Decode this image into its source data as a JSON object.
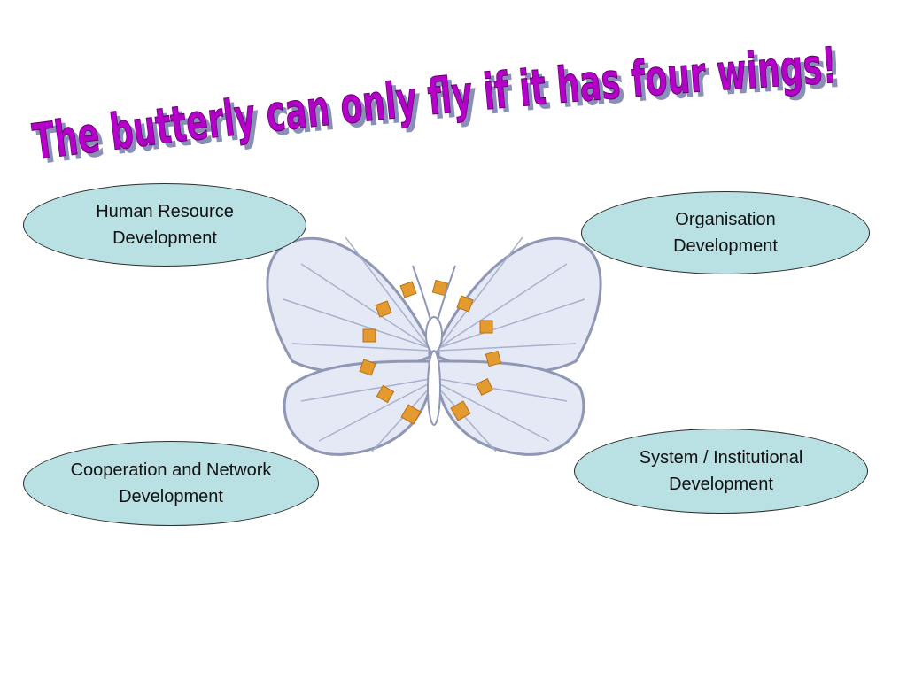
{
  "title": "The butterly can only fly if it has four wings!",
  "bubbles": {
    "human_resource": "Human Resource\nDevelopment",
    "organisation": "Organisation\nDevelopment",
    "cooperation": "Cooperation and Network\nDevelopment",
    "system": "System / Institutional\nDevelopment"
  },
  "colors": {
    "title_fill": "#b400c8",
    "title_shadow": "#8a8fb8",
    "bubble_fill": "#b9e0e3",
    "wing_fill": "#e4e9f5",
    "wing_vein": "#9aa3c0",
    "patch": "#e39a2f"
  }
}
